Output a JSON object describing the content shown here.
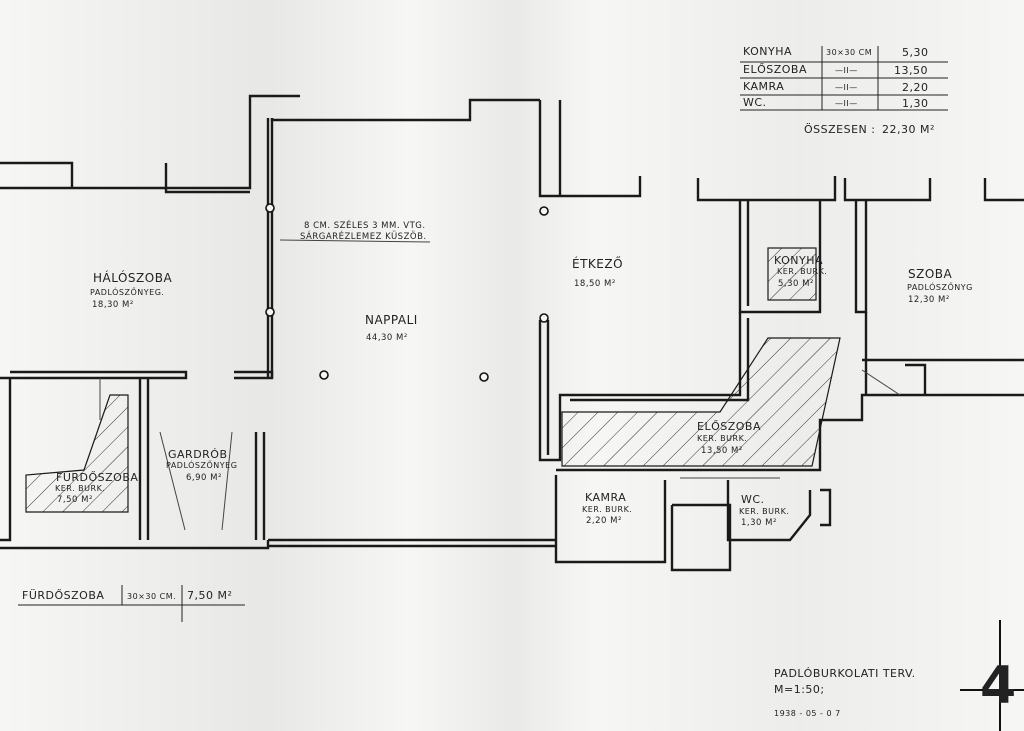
{
  "rooms": {
    "halo": {
      "name": "HÁLÓSZOBA",
      "floor": "PADLÓSZŐNYEG.",
      "area": "18,30 M²"
    },
    "nappali": {
      "name": "NAPPALI",
      "area": "44,30 M²"
    },
    "etkezo": {
      "name": "ÉTKEZŐ",
      "area": "18,50 M²"
    },
    "konyha": {
      "name": "KONYHA",
      "floor": "KER. BURK.",
      "area": "5,30 M²"
    },
    "szoba": {
      "name": "SZOBA",
      "floor": "PADLÓSZŐNYG",
      "area": "12,30 M²"
    },
    "furdo": {
      "name": "FÜRDŐSZOBA",
      "floor": "KER. BURK.",
      "area": "7,50 M²"
    },
    "gardrob": {
      "name": "GARDRÓB",
      "floor": "PADLÓSZŐNYEG",
      "area": "6,90 M²"
    },
    "eloszoba": {
      "name": "ELŐSZOBA",
      "floor": "KER. BURK.",
      "area": "13,50 M²"
    },
    "kamra": {
      "name": "KAMRA",
      "floor": "KER. BURK.",
      "area": "2,20 M²"
    },
    "wc": {
      "name": "WC.",
      "floor": "KER. BURK.",
      "area": "1,30 M²"
    }
  },
  "threshold_note": {
    "line1": "8 CM. SZÉLES 3 MM. VTG.",
    "line2": "SÁRGARÉZLEMEZ KÜSZÖB."
  },
  "tile_table": {
    "rows": [
      {
        "room": "KONYHA",
        "size": "30×30 CM",
        "area": "5,30"
      },
      {
        "room": "ELŐSZOBA",
        "size": "—II—",
        "area": "13,50"
      },
      {
        "room": "KAMRA",
        "size": "—II—",
        "area": "2,20"
      },
      {
        "room": "WC.",
        "size": "—II—",
        "area": "1,30"
      }
    ],
    "total_label": "ÖSSZESEN :",
    "total_value": "22,30 M²"
  },
  "bath_legend": {
    "room": "FÜRDŐSZOBA",
    "size": "30×30 CM.",
    "area": "7,50 M²"
  },
  "title_block": {
    "title": "PADLÓBURKOLATI TERV.",
    "scale": "M=1:50;",
    "date": "1938 - 05 - 0 7",
    "sheet_no": "4"
  }
}
